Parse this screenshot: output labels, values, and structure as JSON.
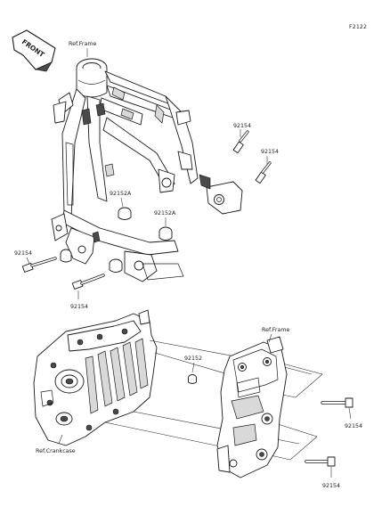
{
  "diagram": {
    "figure_code": "F2122",
    "front_badge": "FRONT",
    "labels": {
      "ref_frame_top": "Ref.Frame",
      "ref_frame_right": "Ref.Frame",
      "ref_crankcase": "Ref.Crankcase"
    },
    "parts": {
      "bolt_upper_1": "92154",
      "bolt_upper_2": "92154",
      "collar_a_1": "92152A",
      "collar_a_2": "92152A",
      "bolt_left": "92154",
      "bolt_lower": "92154",
      "collar_small": "92152",
      "bolt_right_1": "92154",
      "bolt_right_2": "92154"
    }
  }
}
